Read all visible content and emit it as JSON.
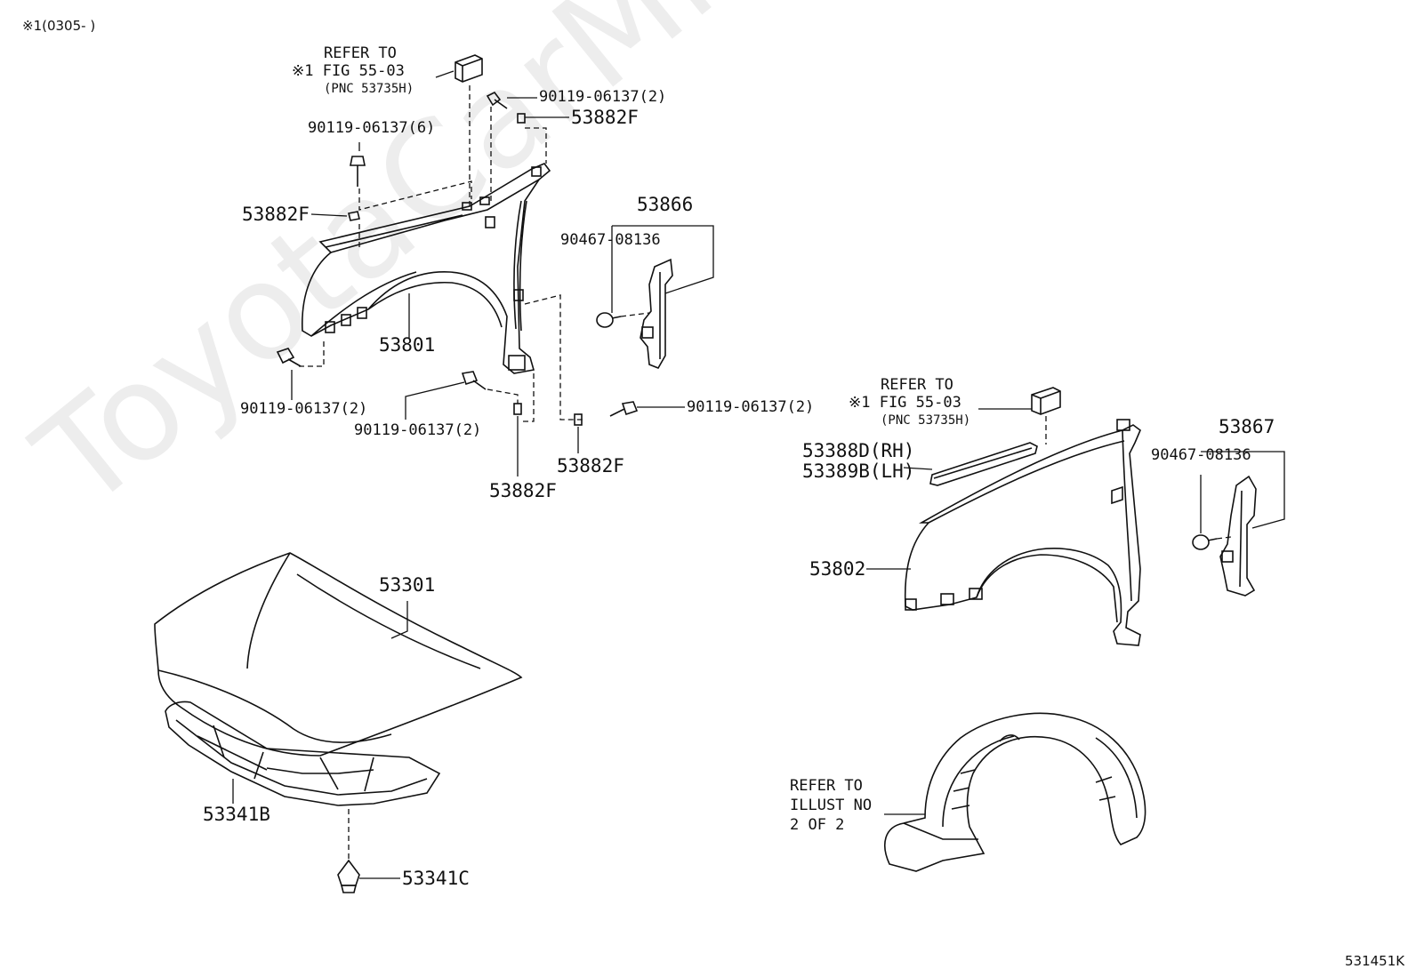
{
  "header": {
    "applicability_note": "※1(0305-      )"
  },
  "footer": {
    "illustration_id": "531451K"
  },
  "watermark": {
    "text": "ToyotaCarMine.ru"
  },
  "callouts": {
    "ref_upper": {
      "line1": "REFER TO",
      "line2": "※1 FIG 55-03",
      "line3": "(PNC 53735H)"
    },
    "ref_right": {
      "line1": "REFER TO",
      "line2": "※1 FIG 55-03",
      "line3": "(PNC 53735H)"
    },
    "ref_liner": {
      "line1": "REFER TO",
      "line2": "ILLUST NO",
      "line3": "2 OF 2"
    }
  },
  "parts": {
    "bolt_top_2": "90119-06137(2)",
    "seal_top": "53882F",
    "bolt_top_6": "90119-06137(6)",
    "seal_left": "53882F",
    "fender_lh": "53801",
    "bolt_lower_left": "90119-06137(2)",
    "bolt_lower_mid": "90119-06137(2)",
    "seal_lower_mid": "53882F",
    "seal_lower_right": "53882F",
    "bolt_lower_right": "90119-06137(2)",
    "bracket_lh": "53866",
    "clip_lh": "90467-08136",
    "moulding_rh": "53388D(RH)",
    "moulding_lh": "53389B(LH)",
    "fender_rh": "53802",
    "bracket_rh": "53867",
    "clip_rh": "90467-08136",
    "hood": "53301",
    "hood_insulator": "53341B",
    "insulator_clip": "53341C"
  }
}
